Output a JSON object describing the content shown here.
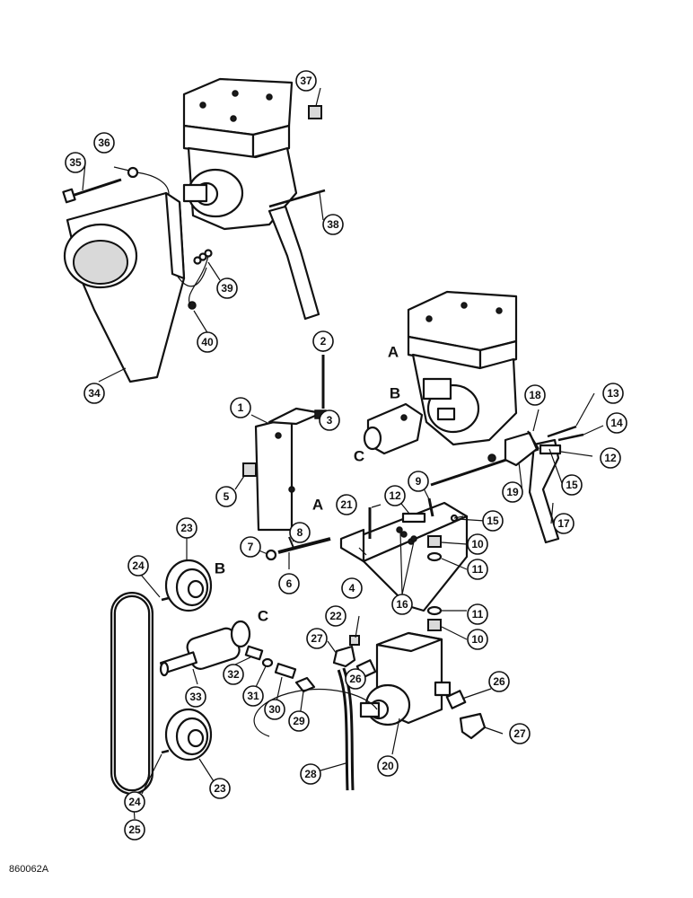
{
  "figure_id": "860062A",
  "callouts": [
    "1",
    "2",
    "3",
    "4",
    "5",
    "6",
    "7",
    "8",
    "9",
    "10",
    "10",
    "11",
    "11",
    "12",
    "12",
    "13",
    "14",
    "15",
    "15",
    "16",
    "17",
    "18",
    "19",
    "20",
    "21",
    "22",
    "23",
    "23",
    "24",
    "24",
    "25",
    "26",
    "26",
    "27",
    "27",
    "28",
    "29",
    "30",
    "31",
    "32",
    "33",
    "34",
    "35",
    "36",
    "37",
    "38",
    "39",
    "40"
  ],
  "reference_letters": [
    "A",
    "B",
    "C",
    "A",
    "B",
    "C"
  ]
}
